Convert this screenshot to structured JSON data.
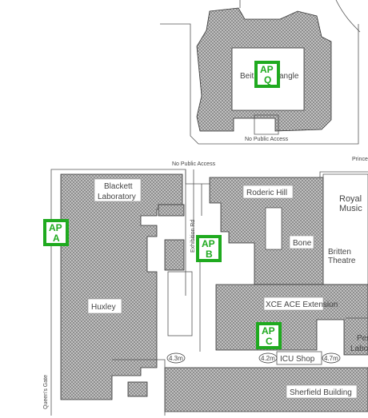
{
  "map": {
    "labels": {
      "beit_quadrangle_left": "Beit",
      "beit_quadrangle_right": "angle",
      "no_public_access_top": "No Public Access",
      "no_public_access_mid": "No Public Access",
      "prince": "Prince",
      "blackett_line1": "Blackett",
      "blackett_line2": "Laboratory",
      "roderic_hill": "Roderic Hill",
      "royal_music_line1": "Royal",
      "royal_music_line2": "Music",
      "bone": "Bone",
      "britten_line1": "Britten",
      "britten_line2": "Theatre",
      "huxley": "Huxley",
      "ace_extension": "ACE Extension",
      "ace_left": "XCE",
      "pe_line1": "Per",
      "pe_line2": "Labo",
      "icu_shop": "ICU Shop",
      "sherfield": "Sherfield Building",
      "queens_gate": "Queen's Gate",
      "exhibition_rd": "Exhibition Rd",
      "height_1": "4.3m",
      "height_2": "4.2m",
      "height_3": "4.7m"
    },
    "access_points": [
      {
        "line1": "AP",
        "line2": "Q"
      },
      {
        "line1": "AP",
        "line2": "A"
      },
      {
        "line1": "AP",
        "line2": "B"
      },
      {
        "line1": "AP",
        "line2": "C"
      }
    ],
    "colors": {
      "access_point": "#1faa1f",
      "building_hatch": "#8a8a8a"
    }
  }
}
